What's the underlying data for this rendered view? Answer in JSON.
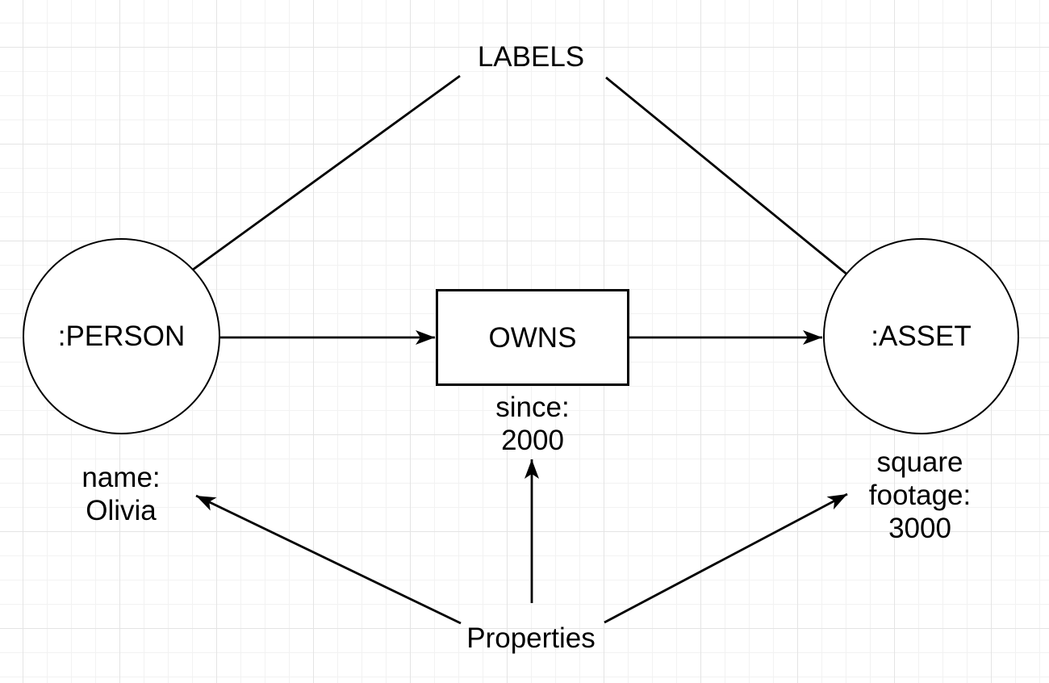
{
  "canvas": {
    "background_color": "#ffffff",
    "grid_minor_color": "#f2f2f2",
    "grid_major_color": "#e4e4e4",
    "stroke_color": "#000000"
  },
  "annotations": {
    "labels": "LABELS",
    "properties": "Properties"
  },
  "nodes": {
    "person": {
      "label": ":PERSON"
    },
    "asset": {
      "label": ":ASSET"
    }
  },
  "relationship": {
    "label": "OWNS"
  },
  "property_texts": {
    "owns": {
      "line1": "since:",
      "line2": "2000"
    },
    "person": {
      "line1": "name:",
      "line2": "Olivia"
    },
    "asset": {
      "line1": "square",
      "line2": "footage:",
      "line3": "3000"
    }
  }
}
